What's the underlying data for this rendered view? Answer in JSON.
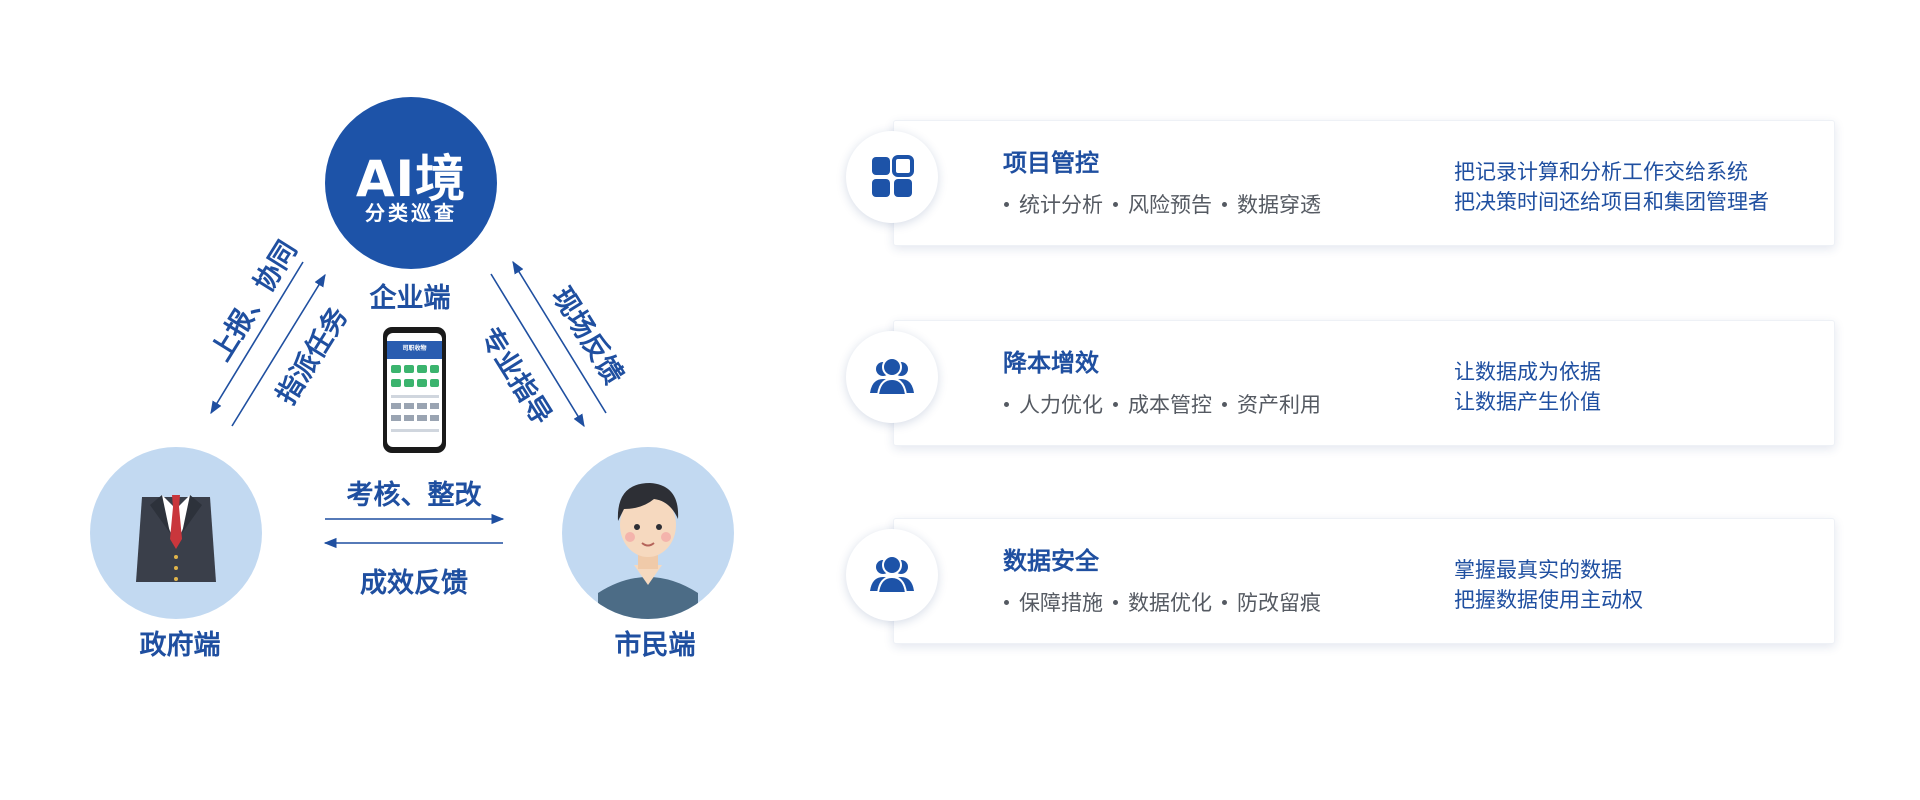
{
  "diagram": {
    "hub": {
      "logo_text": "AI境",
      "logo_subtitle": "分类巡查",
      "label": "企业端"
    },
    "government": {
      "label": "政府端"
    },
    "citizen": {
      "label": "市民端"
    },
    "edges": {
      "left_outer": "上报、协同",
      "left_inner": "指派任务",
      "right_inner": "专业指导",
      "right_outer": "现场反馈",
      "bottom_top": "考核、整改",
      "bottom_bottom": "成效反馈"
    },
    "phone": {
      "app_title": "司职收物"
    }
  },
  "cards": [
    {
      "icon": "grid-icon",
      "title": "项目管控",
      "points": [
        "统计分析",
        "风险预告",
        "数据穿透"
      ],
      "right": [
        "把记录计算和分析工作交给系统",
        "把决策时间还给项目和集团管理者"
      ]
    },
    {
      "icon": "users-icon",
      "title": "降本增效",
      "points": [
        "人力优化",
        "成本管控",
        "资产利用"
      ],
      "right": [
        "让数据成为依据",
        "让数据产生价值"
      ]
    },
    {
      "icon": "users-icon",
      "title": "数据安全",
      "points": [
        "保障措施",
        "数据优化",
        "防改留痕"
      ],
      "right": [
        "掌握最真实的数据",
        "把握数据使用主动权"
      ]
    }
  ],
  "colors": {
    "primary": "#1d53a8",
    "text_blue": "#1f4fa0",
    "bubble": "#c2d9f1",
    "grey_text": "#555a62"
  }
}
